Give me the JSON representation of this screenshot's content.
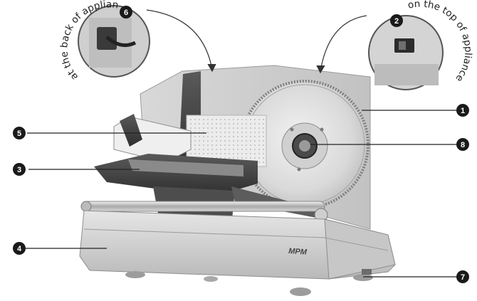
{
  "diagram": {
    "brand_logo_text": "MPM",
    "insets": {
      "back": {
        "caption": "at the back of appliance",
        "badge": "6"
      },
      "top": {
        "caption": "on the top of appliance",
        "badge": "2"
      }
    },
    "callouts": [
      {
        "id": "blade",
        "number": "1"
      },
      {
        "id": "food-pusher",
        "number": "5"
      },
      {
        "id": "carriage",
        "number": "3"
      },
      {
        "id": "blade-nut",
        "number": "8"
      },
      {
        "id": "housing",
        "number": "4"
      },
      {
        "id": "suction-feet",
        "number": "7"
      }
    ]
  }
}
